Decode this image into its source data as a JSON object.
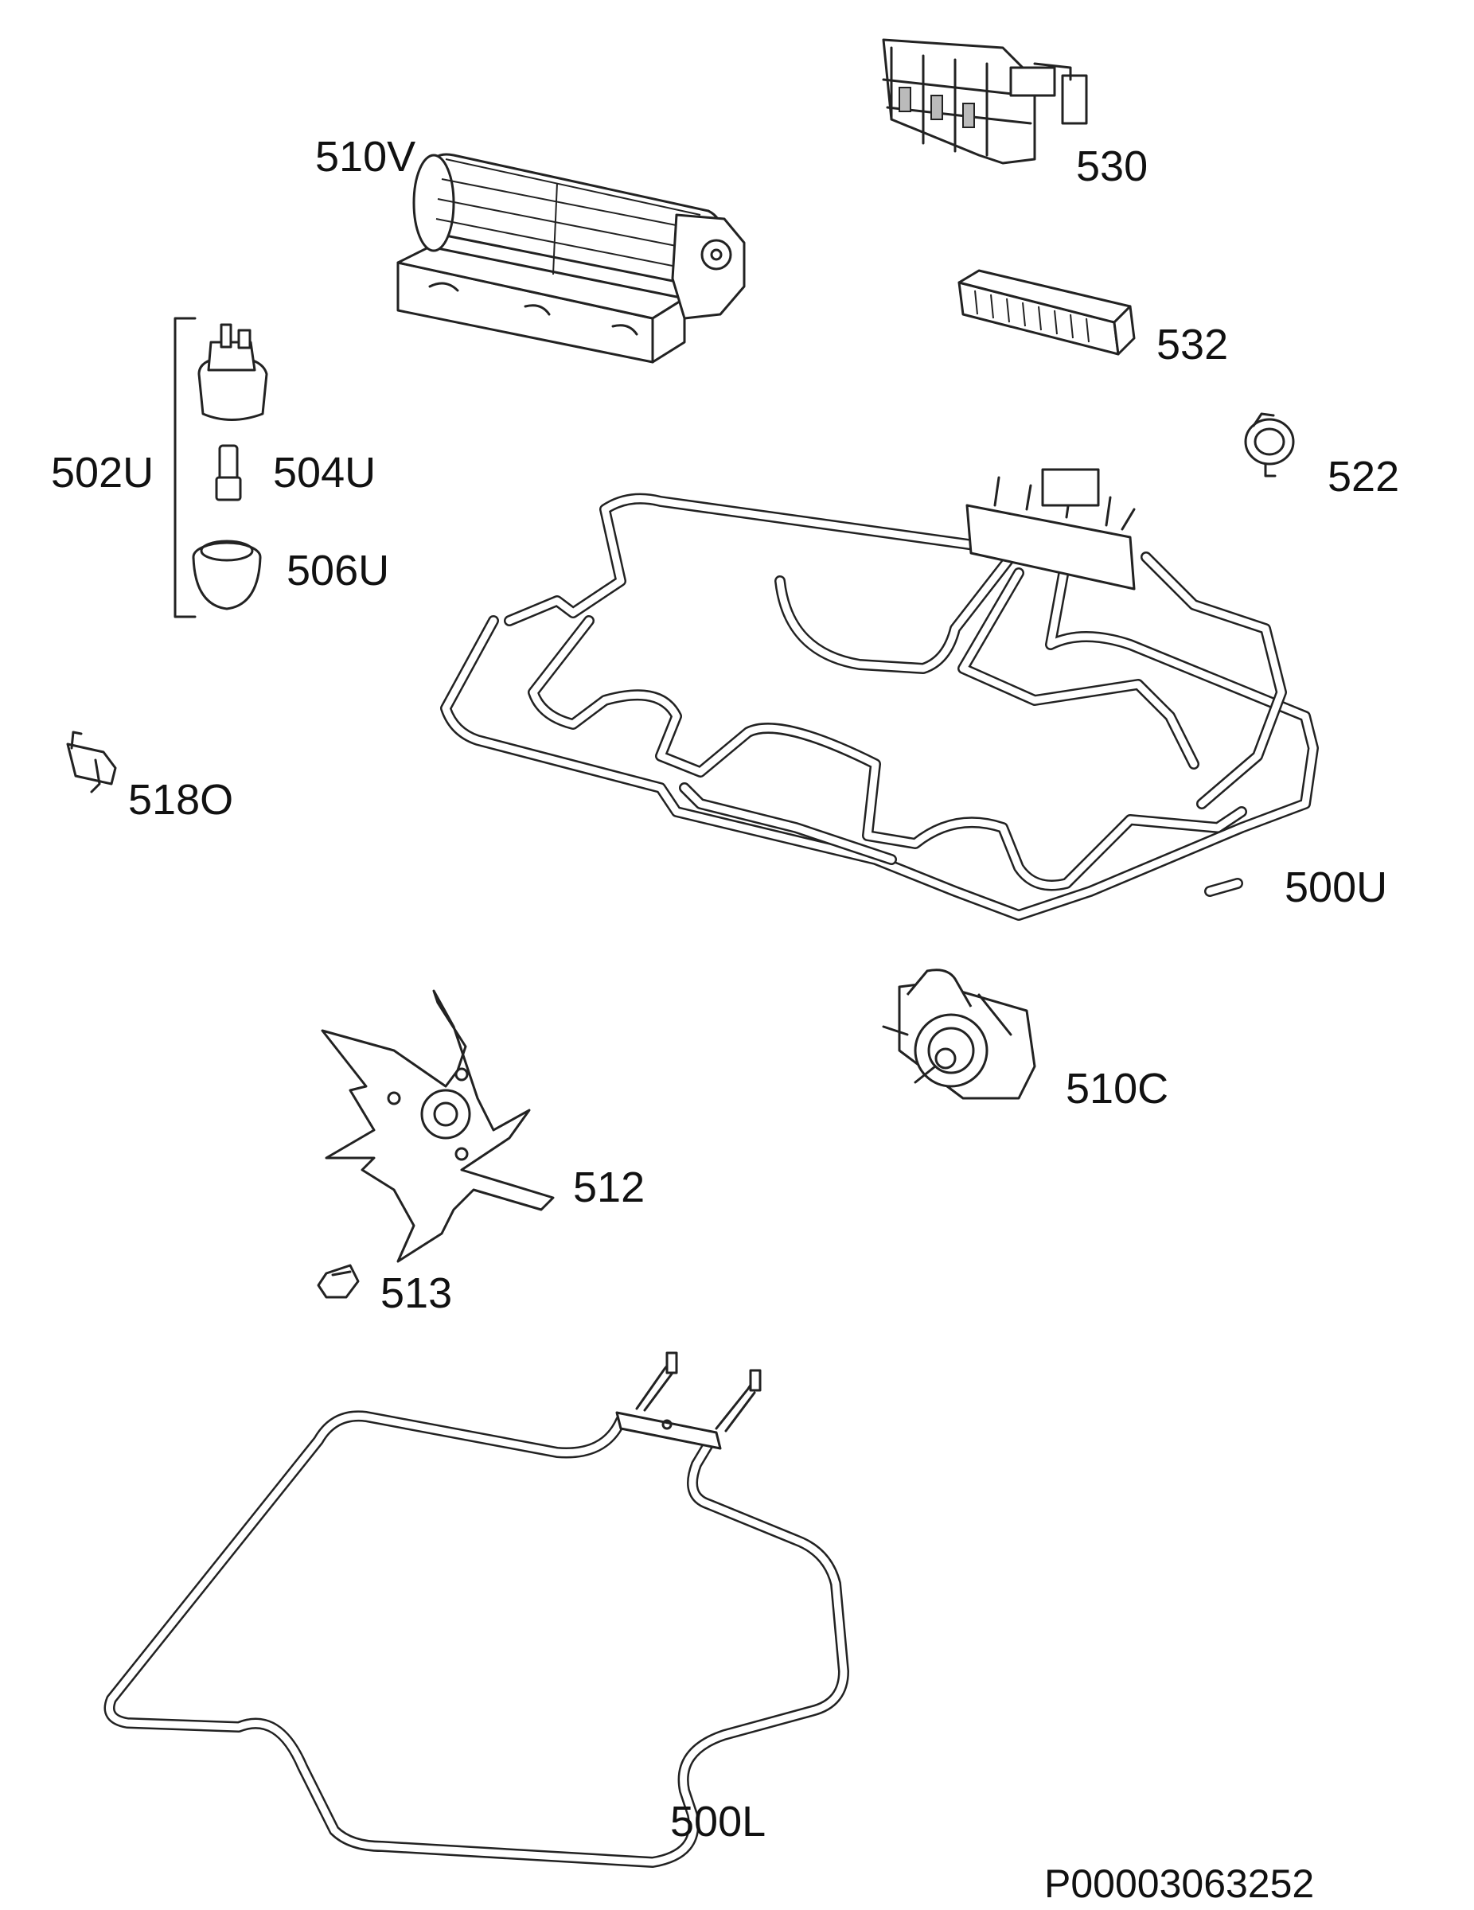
{
  "parts": {
    "p510V": "510V",
    "p530": "530",
    "p532": "532",
    "p502U": "502U",
    "p504U": "504U",
    "p506U": "506U",
    "p522": "522",
    "p518O": "518O",
    "p500U": "500U",
    "p510C": "510C",
    "p512": "512",
    "p513": "513",
    "p500L": "500L"
  },
  "document_id": "P00003063252"
}
